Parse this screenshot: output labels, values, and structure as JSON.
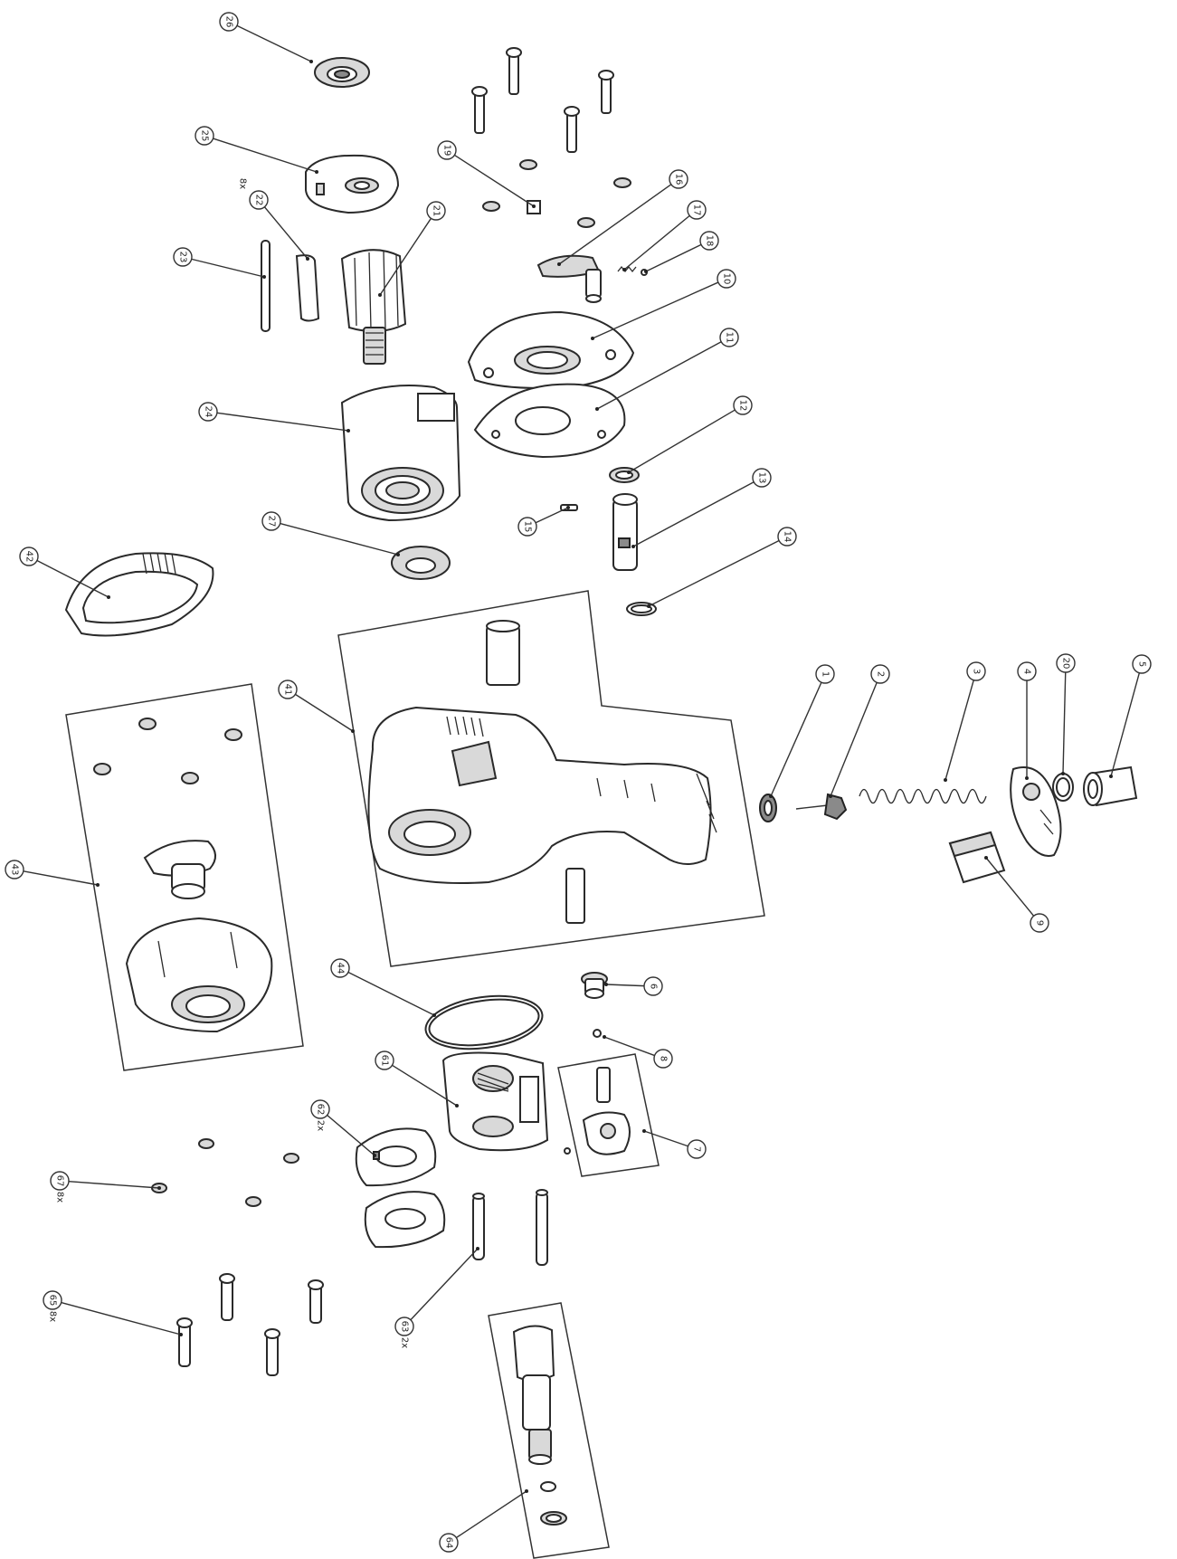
{
  "callouts": [
    {
      "id": "c26",
      "label": "26",
      "qty": ""
    },
    {
      "id": "c25",
      "label": "25",
      "qty": ""
    },
    {
      "id": "c19",
      "label": "19",
      "qty": ""
    },
    {
      "id": "c16",
      "label": "16",
      "qty": ""
    },
    {
      "id": "c17",
      "label": "17",
      "qty": ""
    },
    {
      "id": "c18",
      "label": "18",
      "qty": ""
    },
    {
      "id": "c22",
      "label": "22",
      "qty": "8x"
    },
    {
      "id": "c23",
      "label": "23",
      "qty": ""
    },
    {
      "id": "c21",
      "label": "21",
      "qty": ""
    },
    {
      "id": "c10",
      "label": "10",
      "qty": ""
    },
    {
      "id": "c11",
      "label": "11",
      "qty": ""
    },
    {
      "id": "c24",
      "label": "24",
      "qty": ""
    },
    {
      "id": "c12",
      "label": "12",
      "qty": ""
    },
    {
      "id": "c15",
      "label": "15",
      "qty": ""
    },
    {
      "id": "c13",
      "label": "13",
      "qty": ""
    },
    {
      "id": "c27",
      "label": "27",
      "qty": ""
    },
    {
      "id": "c14",
      "label": "14",
      "qty": ""
    },
    {
      "id": "c42",
      "label": "42",
      "qty": ""
    },
    {
      "id": "c41",
      "label": "41",
      "qty": ""
    },
    {
      "id": "c1",
      "label": "1",
      "qty": ""
    },
    {
      "id": "c2",
      "label": "2",
      "qty": ""
    },
    {
      "id": "c3",
      "label": "3",
      "qty": ""
    },
    {
      "id": "c4",
      "label": "4",
      "qty": ""
    },
    {
      "id": "c20",
      "label": "20",
      "qty": ""
    },
    {
      "id": "c5",
      "label": "5",
      "qty": ""
    },
    {
      "id": "c43",
      "label": "43",
      "qty": ""
    },
    {
      "id": "c9",
      "label": "9",
      "qty": ""
    },
    {
      "id": "c44",
      "label": "44",
      "qty": ""
    },
    {
      "id": "c6",
      "label": "6",
      "qty": ""
    },
    {
      "id": "c8",
      "label": "8",
      "qty": ""
    },
    {
      "id": "c61",
      "label": "61",
      "qty": ""
    },
    {
      "id": "c62",
      "label": "62",
      "qty": "2x"
    },
    {
      "id": "c7",
      "label": "7",
      "qty": ""
    },
    {
      "id": "c67",
      "label": "67",
      "qty": "8x"
    },
    {
      "id": "c65",
      "label": "65",
      "qty": "8x"
    },
    {
      "id": "c63",
      "label": "63",
      "qty": "2x"
    },
    {
      "id": "c64",
      "label": "64",
      "qty": ""
    }
  ]
}
